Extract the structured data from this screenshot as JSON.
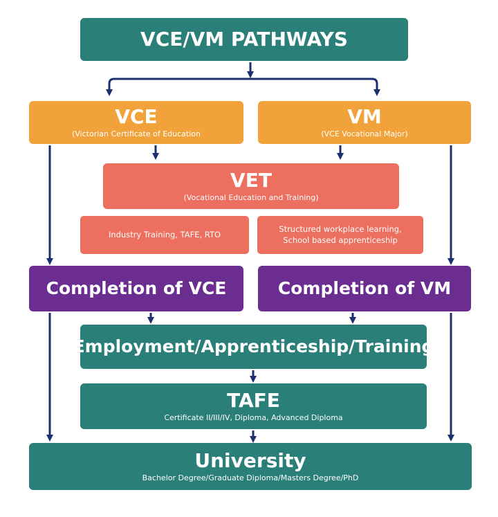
{
  "title": "VCE/VM PATHWAYS",
  "vce": {
    "title": "VCE",
    "subtitle": "(Victorian Certificate of Education"
  },
  "vm": {
    "title": "VM",
    "subtitle": "(VCE Vocational Major)"
  },
  "vet": {
    "title": "VET",
    "subtitle": "(Vocational Education and Training)",
    "option_left": "Industry Training, TAFE, RTO",
    "option_right_line1": "Structured workplace learning,",
    "option_right_line2": "School based apprenticeship"
  },
  "completion_vce": "Completion of VCE",
  "completion_vm": "Completion of VM",
  "employment": "Employment/Apprenticeship/Training",
  "tafe": {
    "title": "TAFE",
    "subtitle": "Certificate II/III/IV, Diploma, Advanced Diploma"
  },
  "university": {
    "title": "University",
    "subtitle": "Bachelor Degree/Graduate Diploma/Masters Degree/PhD"
  },
  "colors": {
    "teal": "#2a7f78",
    "orange": "#f2a23a",
    "salmon": "#ec6f5f",
    "purple": "#6b2d8f",
    "arrow": "#1c2f6e"
  }
}
